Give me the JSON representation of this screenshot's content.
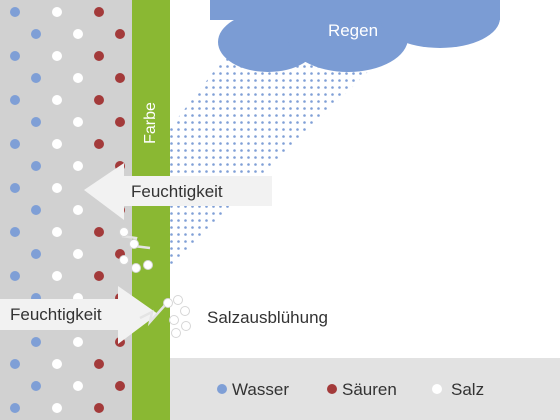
{
  "labels": {
    "cloud": "Regen",
    "paint_layer": "Farbe",
    "moisture_out": "Feuchtigkeit",
    "moisture_in": "Feuchtigkeit",
    "efflorescence": "Salzausblühung"
  },
  "legend": [
    {
      "label": "Wasser",
      "color": "#7f9fd6"
    },
    {
      "label": "Säuren",
      "color": "#a33a3a"
    },
    {
      "label": "Salz",
      "color": "#ffffff"
    }
  ],
  "colors": {
    "wall": "#d1d1d1",
    "paint": "#8ab833",
    "cloud": "#7b9cd4",
    "rain": "#7f9fd6",
    "arrow": "#f0f0f0",
    "ground": "#e2e2e2"
  }
}
